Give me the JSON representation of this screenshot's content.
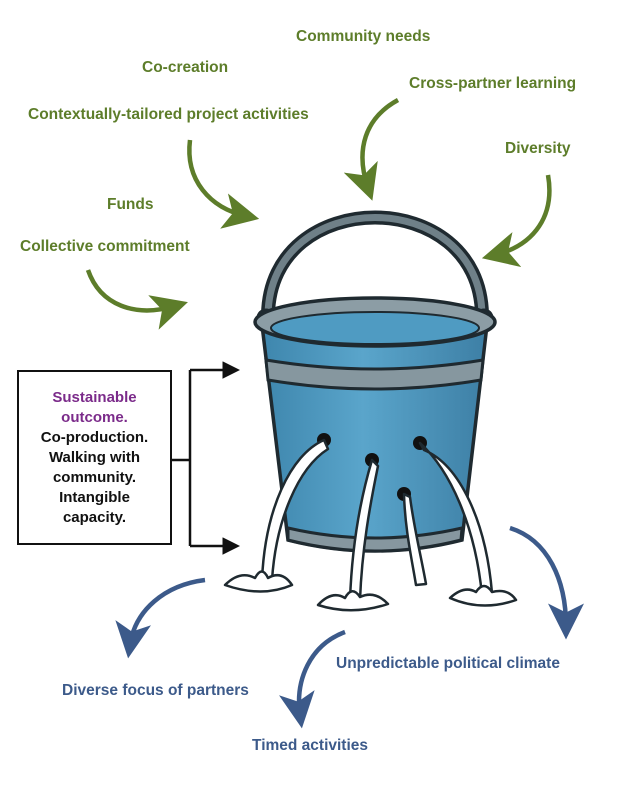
{
  "colors": {
    "inputs": "#5d7d2a",
    "outputs": "#3c5a8a",
    "highlight": "#7b2b8a",
    "water": "#4f9bc2",
    "bucket": "#7a8d96"
  },
  "inputs": {
    "community_needs": "Community needs",
    "co_creation": "Co-creation",
    "cross_partner_learning": "Cross-partner learning",
    "contextually_tailored": "Contextually-tailored project activities",
    "diversity": "Diversity",
    "funds": "Funds",
    "collective_commitment": "Collective commitment"
  },
  "outputs": {
    "unpredictable_political_climate": "Unpredictable political climate",
    "diverse_focus": "Diverse focus of partners",
    "timed_activities": "Timed activities"
  },
  "outcome_box": {
    "line1": "Sustainable",
    "line2": "outcome.",
    "line3": "Co-production.",
    "line4": "Walking with",
    "line5": "community.",
    "line6": "Intangible",
    "line7": "capacity."
  }
}
